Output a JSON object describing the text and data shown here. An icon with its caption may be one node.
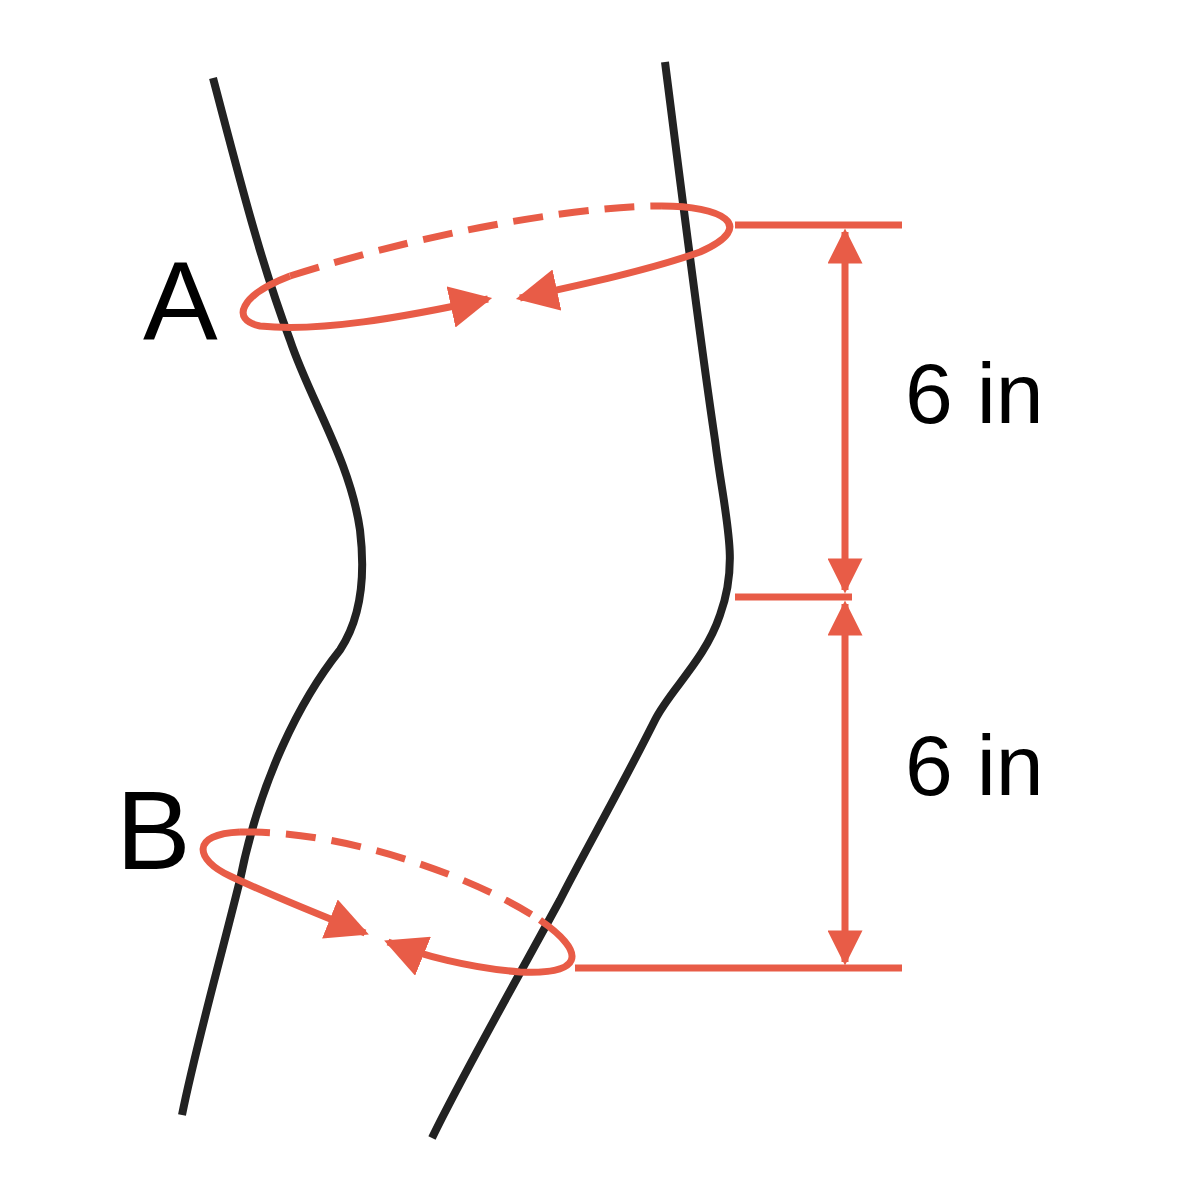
{
  "diagram": {
    "labels": [
      "A",
      "6 in",
      "B",
      "6 in"
    ]
  }
}
